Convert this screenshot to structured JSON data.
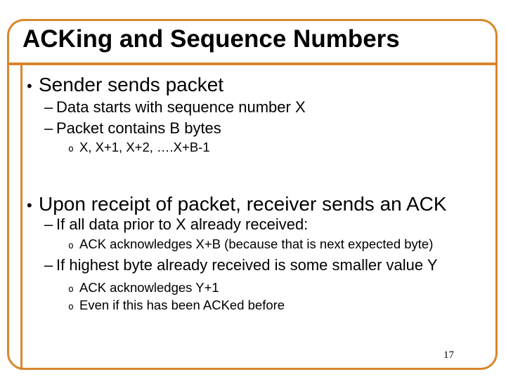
{
  "slide": {
    "title": "ACKing and Sequence Numbers",
    "page_number": "17"
  },
  "colors": {
    "accent": "#D7872E",
    "text": "#000000",
    "background": "#FFFFFF"
  },
  "content": {
    "lines": [
      {
        "level": 1,
        "marker": "•",
        "text": "Sender sends packet"
      },
      {
        "level": 2,
        "marker": "–",
        "text": "Data starts with sequence number X"
      },
      {
        "level": 2,
        "marker": "–",
        "text": "Packet contains B bytes"
      },
      {
        "level": 3,
        "marker": "o",
        "text": "X, X+1, X+2, ….X+B-1"
      },
      {
        "level": 1,
        "marker": "•",
        "text": "Upon receipt of packet, receiver sends an ACK"
      },
      {
        "level": 2,
        "marker": "–",
        "text": "If all data prior to X already received:"
      },
      {
        "level": 3,
        "marker": "o",
        "text": "ACK acknowledges X+B (because that is next expected byte)"
      },
      {
        "level": 2,
        "marker": "–",
        "text": "If highest byte already received is some smaller value Y"
      },
      {
        "level": 3,
        "marker": "o",
        "text": "ACK acknowledges Y+1"
      },
      {
        "level": 3,
        "marker": "o",
        "text": "Even if this has been ACKed before"
      }
    ]
  }
}
